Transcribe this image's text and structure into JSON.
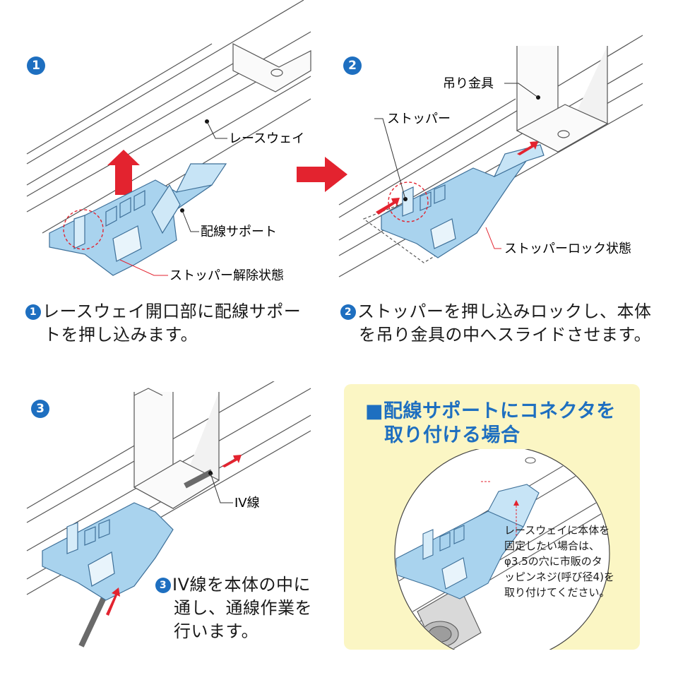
{
  "steps": [
    {
      "badge": "1",
      "labels": {
        "raceway": "レースウェイ",
        "support": "配線サポート",
        "stopper_release": "ストッパー解除状態"
      },
      "caption_line1": "レースウェイ開口部に配線サポー",
      "caption_line2": "トを押し込みます。"
    },
    {
      "badge": "2",
      "labels": {
        "bracket": "吊り金具",
        "stopper": "ストッパー",
        "stopper_lock": "ストッパーロック状態"
      },
      "caption_line1": "ストッパーを押し込みロックし、本体",
      "caption_line2": "を吊り金具の中へスライドさせます。"
    },
    {
      "badge": "3",
      "labels": {
        "iv_wire": "IV線"
      },
      "caption_line1": "IV線を本体の中に",
      "caption_line2": "通し、通線作業を",
      "caption_line3": "行います。"
    }
  ],
  "connector_box": {
    "title_line1": "■配線サポートにコネクタを",
    "title_line2": "取り付ける場合",
    "note_line1": "レースウェイに本体を",
    "note_line2": "固定したい場合は、",
    "note_line3": "φ3.5の穴に市販のタ",
    "note_line4": "ッピンネジ(呼び径4)を",
    "note_line5": "取り付けてください。"
  },
  "colors": {
    "accent_blue": "#1e6fc0",
    "part_blue": "#a9d3ee",
    "arrow_red": "#e3232f",
    "box_yellow": "#fbf6c4"
  }
}
